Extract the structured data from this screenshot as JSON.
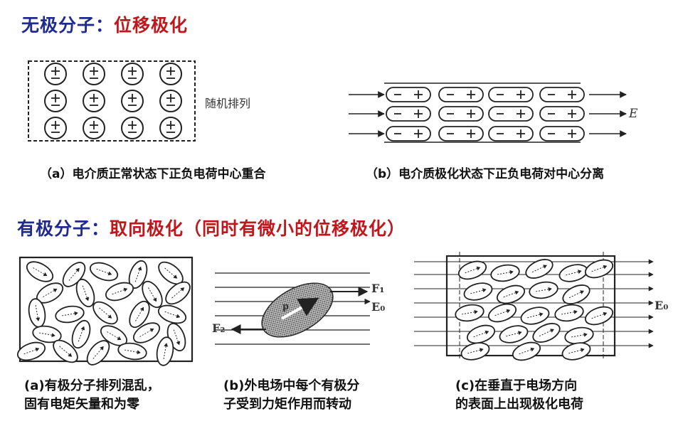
{
  "section1": {
    "lead": "无极分子：",
    "highlight": "位移极化",
    "side_label": "随机排列",
    "caption_a": "（a）电介质正常状态下正负电荷中心重合",
    "caption_b": "（b）电介质极化状态下正负电荷对中心分离",
    "field_label": "E"
  },
  "section2": {
    "lead": "有极分子：",
    "highlight": "取向极化（同时有微小的位移极化）",
    "caption_a": [
      "(a)有极分子排列混乱，",
      "固有电矩矢量和为零"
    ],
    "caption_b": [
      "(b)外电场中每个有极分",
      "子受到力矩作用而转动"
    ],
    "caption_c": [
      "(c)在垂直于电场方向",
      "的表面上出现极化电荷"
    ],
    "labels": {
      "f1": "F₁",
      "f2": "F₂",
      "e0_b": "E₀",
      "p": "p",
      "e0_c": "E₀"
    }
  },
  "colors": {
    "heading_blue": "#1f2b8f",
    "heading_red": "#c0171c",
    "line": "#222222"
  }
}
